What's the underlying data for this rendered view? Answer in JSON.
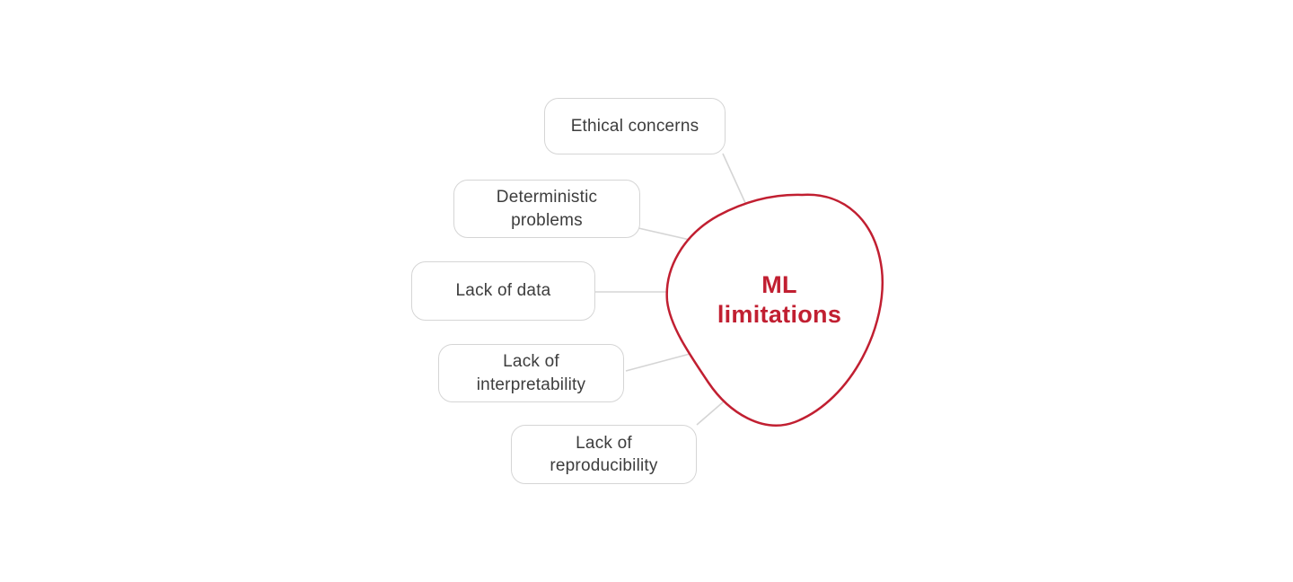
{
  "diagram": {
    "center": {
      "label": "ML\nlimitations"
    },
    "nodes": [
      {
        "label": "Ethical concerns"
      },
      {
        "label": "Deterministic\nproblems"
      },
      {
        "label": "Lack of data"
      },
      {
        "label": "Lack of\ninterpretability"
      },
      {
        "label": "Lack of\nreproducibility"
      }
    ],
    "colors": {
      "accent_red": "#c11f31",
      "connector_gray": "#d5d5d5",
      "node_border": "#d5d5d5",
      "node_text": "#3d3d3d",
      "background": "#ffffff"
    }
  }
}
